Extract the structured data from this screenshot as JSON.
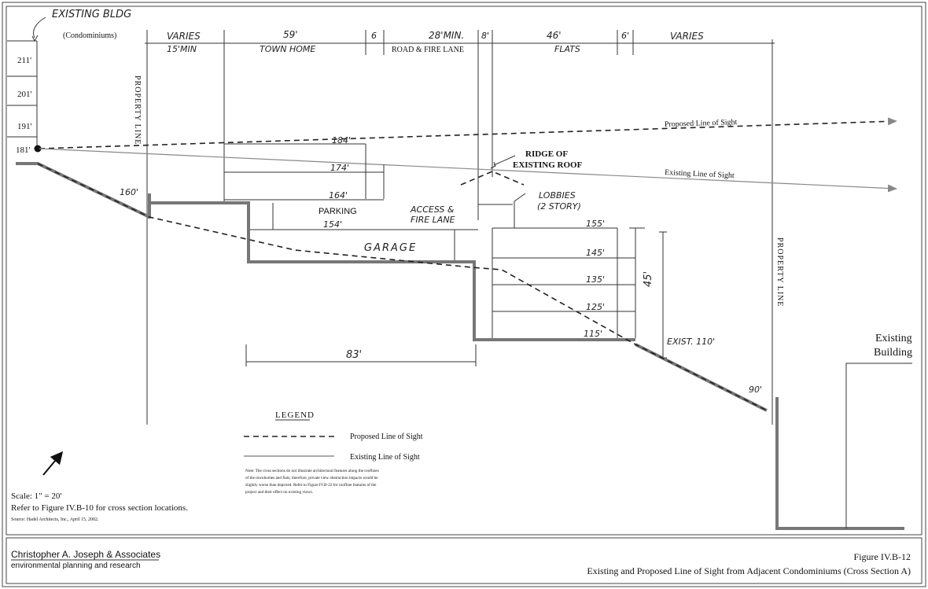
{
  "header": {
    "existing_bldg": "EXISTING BLDG",
    "condominiums": "(Condominiums)",
    "elevations": [
      "211'",
      "201'",
      "191'",
      "181'"
    ],
    "dims_top": [
      "VARIES",
      "59'",
      "6",
      "28'MIN.",
      "8'",
      "46'",
      "6'",
      "VARIES"
    ],
    "uses_top": [
      "15'MIN",
      "TOWN HOME",
      "ROAD & FIRE LANE",
      "FLATS"
    ]
  },
  "labels": {
    "property_line": "PROPERTY LINE",
    "proposed_los": "Proposed Line of Sight",
    "existing_los": "Existing Line of Sight",
    "ridge_line1": "RIDGE OF",
    "ridge_line2": "EXISTING ROOF",
    "lobbies_line1": "LOBBIES",
    "lobbies_line2": "(2 STORY)",
    "parking": "PARKING",
    "access_line1": "ACCESS &",
    "access_line2": "FIRE LANE",
    "garage": "GARAGE",
    "existing_building_line1": "Existing",
    "existing_building_line2": "Building",
    "exist_110": "EXIST. 110'",
    "dim_45": "45'",
    "dim_83": "83'",
    "elev_160": "160'",
    "elev_90": "90'"
  },
  "townhome_levels": [
    "184'",
    "174'",
    "164'",
    "154'"
  ],
  "flats_levels": [
    "155'",
    "145'",
    "135'",
    "125'",
    "115'"
  ],
  "legend": {
    "title": "LEGEND",
    "proposed": "Proposed Line of Sight",
    "existing": "Existing Line of Sight"
  },
  "note": {
    "line1": "Note: The cross sections do not illustrate architectural features along the rooflines",
    "line2": "of the townhomes and flats; therefore, private view obstruction impacts would be",
    "line3": "slightly worse than depicted. Refer to Figure IV.B-22 for roofline features of the",
    "line4": "project and their effect on existing views."
  },
  "footer_notes": {
    "scale": "Scale:   1\" = 20'",
    "refer": "Refer to Figure IV.B-10 for cross section locations.",
    "source": "Source: Hadel Architects, Inc., April 15, 2002."
  },
  "title_block": {
    "company": "Christopher A. Joseph & Associates",
    "tagline": "environmental planning and research",
    "figure_number": "Figure IV.B-12",
    "figure_title": "Existing and Proposed Line of Sight from Adjacent Condominiums (Cross Section A)"
  }
}
